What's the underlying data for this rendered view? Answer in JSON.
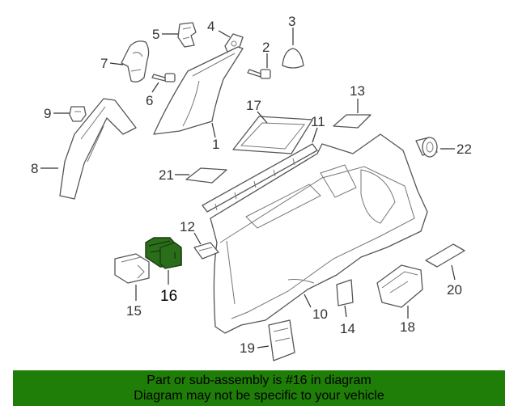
{
  "callouts": [
    {
      "id": "1",
      "label": "1"
    },
    {
      "id": "2",
      "label": "2"
    },
    {
      "id": "3",
      "label": "3"
    },
    {
      "id": "4",
      "label": "4"
    },
    {
      "id": "5",
      "label": "5"
    },
    {
      "id": "6",
      "label": "6"
    },
    {
      "id": "7",
      "label": "7"
    },
    {
      "id": "8",
      "label": "8"
    },
    {
      "id": "9",
      "label": "9"
    },
    {
      "id": "10",
      "label": "10"
    },
    {
      "id": "11",
      "label": "11"
    },
    {
      "id": "12",
      "label": "12"
    },
    {
      "id": "13",
      "label": "13"
    },
    {
      "id": "14",
      "label": "14"
    },
    {
      "id": "15",
      "label": "15"
    },
    {
      "id": "16",
      "label": "16"
    },
    {
      "id": "17",
      "label": "17"
    },
    {
      "id": "18",
      "label": "18"
    },
    {
      "id": "19",
      "label": "19"
    },
    {
      "id": "20",
      "label": "20"
    },
    {
      "id": "21",
      "label": "21"
    },
    {
      "id": "22",
      "label": "22"
    }
  ],
  "highlighted_part": "16",
  "banner": {
    "line1": "Part or sub-assembly is #16 in diagram",
    "line2": "Diagram may not be specific to your vehicle"
  },
  "colors": {
    "highlight": "#2a6e1a",
    "banner_background": "#1f7e07",
    "line_art": "#555555"
  }
}
